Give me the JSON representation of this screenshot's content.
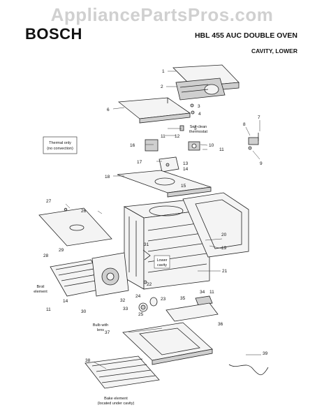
{
  "watermark": "AppliancePartsPros.com",
  "brand": "BOSCH",
  "model": "HBL 455 AUC DOUBLE OVEN",
  "section": "CAVITY, LOWER",
  "notes": {
    "thermal_line1": "Thermal only",
    "thermal_line2": "(no convection)",
    "selfclean_line1": "Self-clean",
    "selfclean_line2": "thermostat",
    "lower_line1": "Lower",
    "lower_line2": "cavity",
    "broil_line1": "Broil",
    "broil_line2": "element",
    "bulb_line1": "Bulb with",
    "bulb_line2": "lens",
    "bake_line1": "Bake element",
    "bake_line2": "(located under cavity)"
  },
  "callouts": {
    "c1": "1",
    "c2": "2",
    "c3": "3",
    "c4": "4",
    "c5": "5",
    "c6": "6",
    "c7": "7",
    "c8": "8",
    "c9": "9",
    "c10": "10",
    "c11a": "11",
    "c11b": "11",
    "c11c": "11",
    "c11d": "11",
    "c12": "12",
    "c13": "13",
    "c14": "14",
    "c14b": "14",
    "c15": "15",
    "c16": "16",
    "c17": "17",
    "c18": "18",
    "c19": "19",
    "c20": "20",
    "c21": "21",
    "c22": "22",
    "c23": "23",
    "c24": "24",
    "c25": "25",
    "c26": "26",
    "c27": "27",
    "c28": "28",
    "c29": "29",
    "c30": "30",
    "c31": "31",
    "c32": "32",
    "c33": "33",
    "c34": "34",
    "c35": "35",
    "c36": "36",
    "c37": "37",
    "c38": "38",
    "c39": "39"
  }
}
